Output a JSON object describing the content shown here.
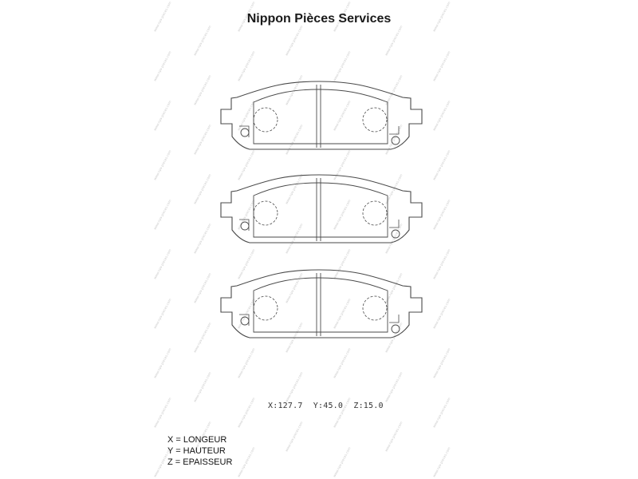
{
  "title": "Nippon Pièces Services",
  "watermark": "www.nps-pieces.com",
  "dimensions": {
    "x": "X:127.7",
    "y": "Y:45.0",
    "z": "Z:15.0"
  },
  "legend": [
    "X = LONGEUR",
    "Y = HAUTEUR",
    "Z = EPAISSEUR"
  ],
  "pads": [
    "pad-1",
    "pad-2",
    "pad-3"
  ],
  "colors": {
    "line": "#4a4a4a",
    "watermark": "#c9c9c9",
    "background": "#ffffff"
  }
}
